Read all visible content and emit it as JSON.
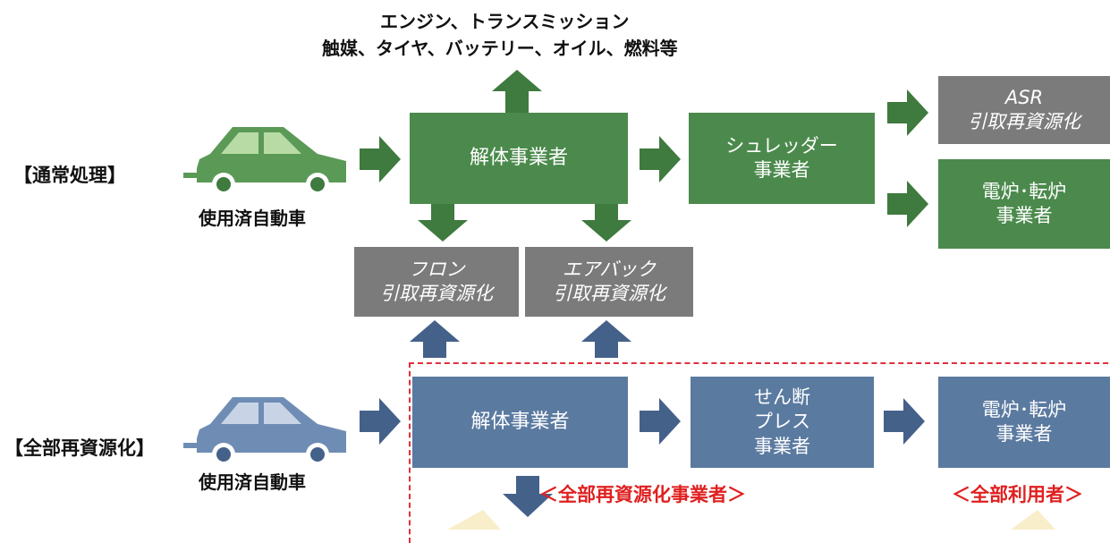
{
  "top_caption": {
    "line1": "エンジン、トランスミッション",
    "line2": "触媒、タイヤ、バッテリー、オイル、燃料等"
  },
  "rows": {
    "normal": {
      "label": "【通常処理】",
      "car_label": "使用済自動車",
      "dismantler": "解体事業者",
      "shredder": "シュレッダー\n事業者",
      "asr": "ASR\n引取再資源化",
      "furnace": "電炉･転炉\n事業者"
    },
    "full": {
      "label": "【全部再資源化】",
      "car_label": "使用済自動車",
      "dismantler": "解体事業者",
      "press": "せん断\nプレス\n事業者",
      "furnace": "電炉･転炉\n事業者",
      "tag_operator": "＜全部再資源化事業者＞",
      "tag_user": "＜全部利用者＞"
    }
  },
  "middle": {
    "freon": "フロン\n引取再資源化",
    "airbag": "エアバック\n引取再資源化"
  },
  "colors": {
    "green": "#4b8a4c",
    "blue": "#5b7aa0",
    "gray": "#7b7b7b",
    "red": "#e02020",
    "car_green": "#5a9a56",
    "car_blue": "#6f8db4"
  }
}
